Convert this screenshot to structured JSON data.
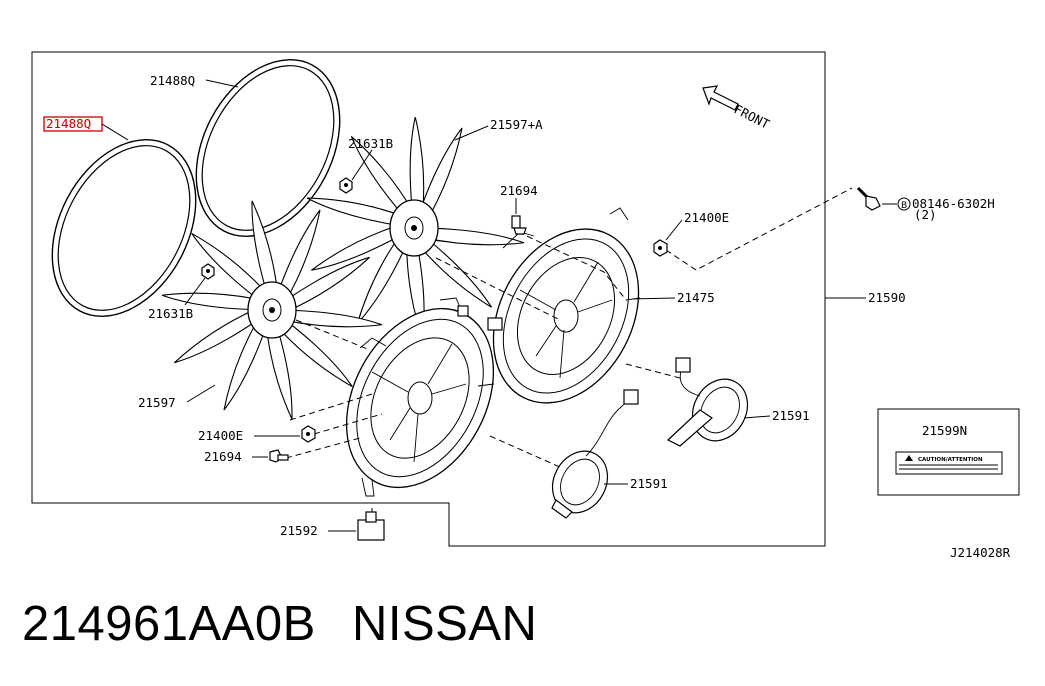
{
  "diagram": {
    "labels": {
      "p21488q_top": "21488Q",
      "p21488q_highlight": "21488Q",
      "p21631b_top": "21631B",
      "p21597a": "21597+A",
      "p21694_top": "21694",
      "p21400e_top": "21400E",
      "p08146": "B",
      "p08146_num": "08146-6302H",
      "p08146_qty": "(2)",
      "p21475": "21475",
      "p21590": "21590",
      "p21631b_left": "21631B",
      "p21597": "21597",
      "p21400e_bot": "21400E",
      "p21694_bot": "21694",
      "p21591_right": "21591",
      "p21591_bot": "21591",
      "p21592": "21592",
      "p21599n": "21599N",
      "caution": "CAUTION/ATTENTION",
      "front": "FRONT",
      "drawing_id": "J214028R"
    },
    "highlight_color": "#cc0000"
  },
  "footer": {
    "part_number": "214961AA0B",
    "brand": "NISSAN"
  }
}
